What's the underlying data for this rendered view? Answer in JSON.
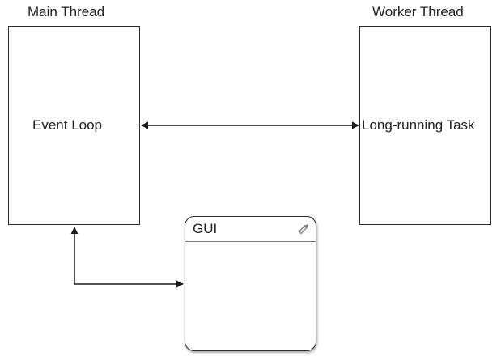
{
  "diagram": {
    "main_thread": {
      "title": "Main Thread",
      "content": "Event Loop"
    },
    "worker_thread": {
      "title": "Worker Thread",
      "content": "Long-running Task"
    },
    "gui_window": {
      "title": "GUI",
      "icon": "pencil-icon"
    },
    "connections": [
      {
        "from": "Event Loop",
        "to": "Long-running Task",
        "direction": "bidirectional"
      },
      {
        "from": "Main Thread",
        "to": "GUI",
        "direction": "bidirectional"
      }
    ],
    "colors": {
      "stroke": "#2b2b2b",
      "text": "#222222",
      "background": "#ffffff"
    }
  }
}
